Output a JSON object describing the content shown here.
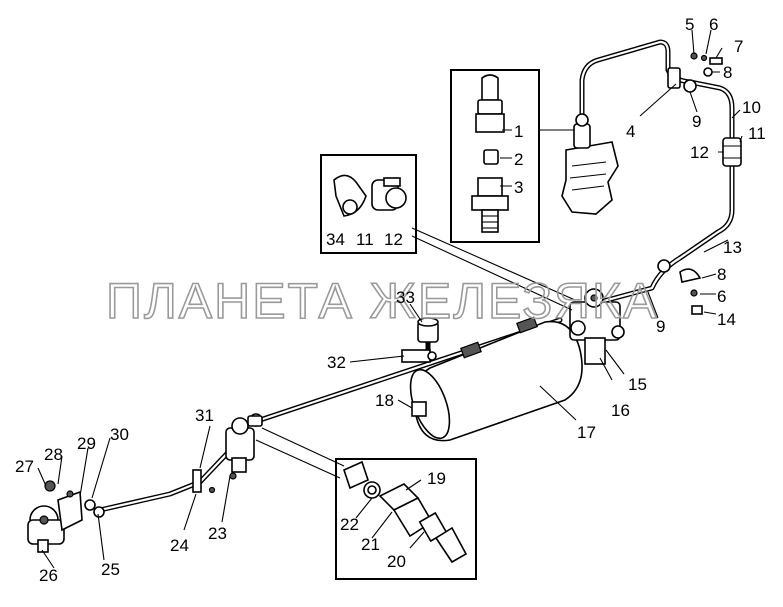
{
  "watermark": "ПЛАНЕТА ЖЕЛЕЗЯКА",
  "callouts": {
    "c1": "1",
    "c2": "2",
    "c3": "3",
    "c4": "4",
    "c5": "5",
    "c6a": "6",
    "c6b": "6",
    "c7": "7",
    "c8a": "8",
    "c8b": "8",
    "c9a": "9",
    "c9b": "9",
    "c10": "10",
    "c11a": "11",
    "c11b": "11",
    "c12a": "12",
    "c12b": "12",
    "c13": "13",
    "c14": "14",
    "c15": "15",
    "c16": "16",
    "c17": "17",
    "c18": "18",
    "c19": "19",
    "c20": "20",
    "c21": "21",
    "c22": "22",
    "c23": "23",
    "c24": "24",
    "c25": "25",
    "c26": "26",
    "c27": "27",
    "c28": "28",
    "c29": "29",
    "c30": "30",
    "c31": "31",
    "c32": "32",
    "c33": "33",
    "c34": "34"
  },
  "icons": [
    "compressor",
    "receiver-tank",
    "pressure-regulator",
    "brake-valve",
    "pressure-sensor",
    "pipe-fittings"
  ]
}
